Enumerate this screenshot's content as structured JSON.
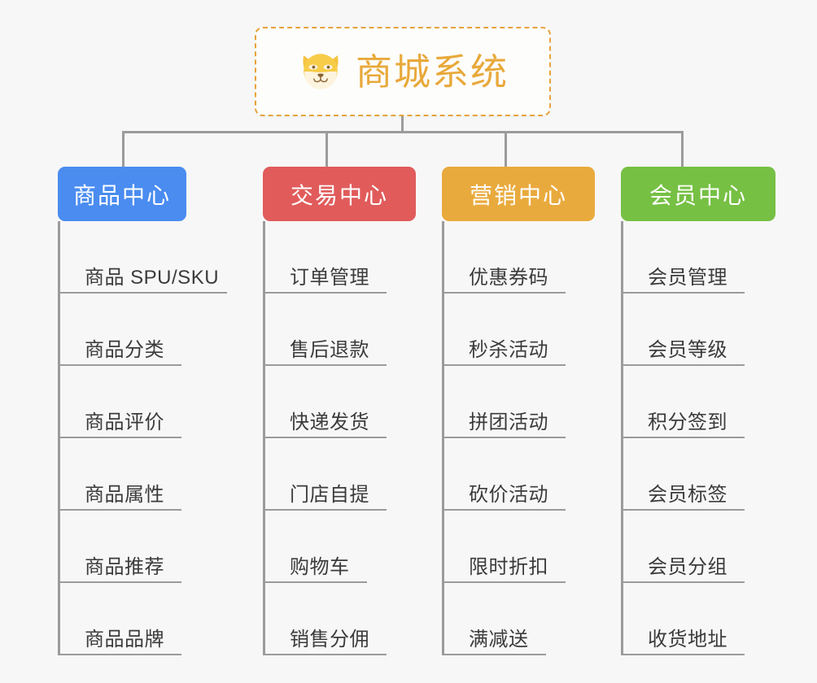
{
  "root": {
    "title": "商城系统",
    "icon": "dog-face-emoji",
    "border_color": "#e6a33c",
    "text_color": "#e8a93b"
  },
  "theme": {
    "background": "#f7f7f7",
    "line_color": "#9b9b9b",
    "leaf_text_color": "#3b3b3b"
  },
  "branches": [
    {
      "label": "商品中心",
      "color": "#4a8cf0",
      "items": [
        "商品 SPU/SKU",
        "商品分类",
        "商品评价",
        "商品属性",
        "商品推荐",
        "商品品牌"
      ]
    },
    {
      "label": "交易中心",
      "color": "#e15b5b",
      "items": [
        "订单管理",
        "售后退款",
        "快递发货",
        "门店自提",
        "购物车",
        "销售分佣"
      ]
    },
    {
      "label": "营销中心",
      "color": "#e9aa3d",
      "items": [
        "优惠券码",
        "秒杀活动",
        "拼团活动",
        "砍价活动",
        "限时折扣",
        "满减送"
      ]
    },
    {
      "label": "会员中心",
      "color": "#76c044",
      "items": [
        "会员管理",
        "会员等级",
        "积分签到",
        "会员标签",
        "会员分组",
        "收货地址"
      ]
    }
  ]
}
